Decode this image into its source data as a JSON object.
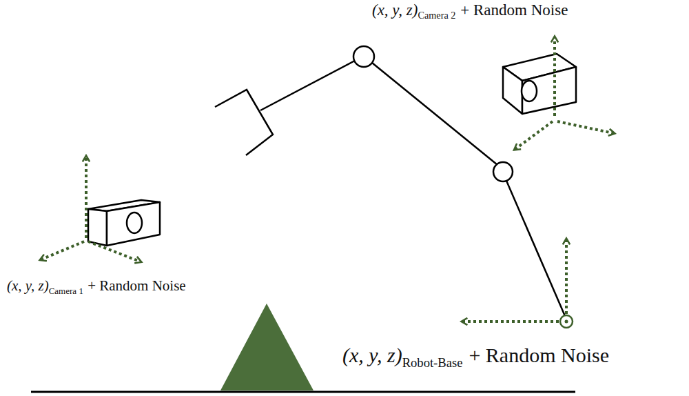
{
  "diagram": {
    "labels": [
      "(x, y, z)",
      "Camera 2",
      "+ Random Noise",
      "(x, y, z)",
      "Camera 1",
      "+ Random Noise",
      "(x, y, z)",
      "Robot-Base",
      "+ Random Noise"
    ]
  }
}
